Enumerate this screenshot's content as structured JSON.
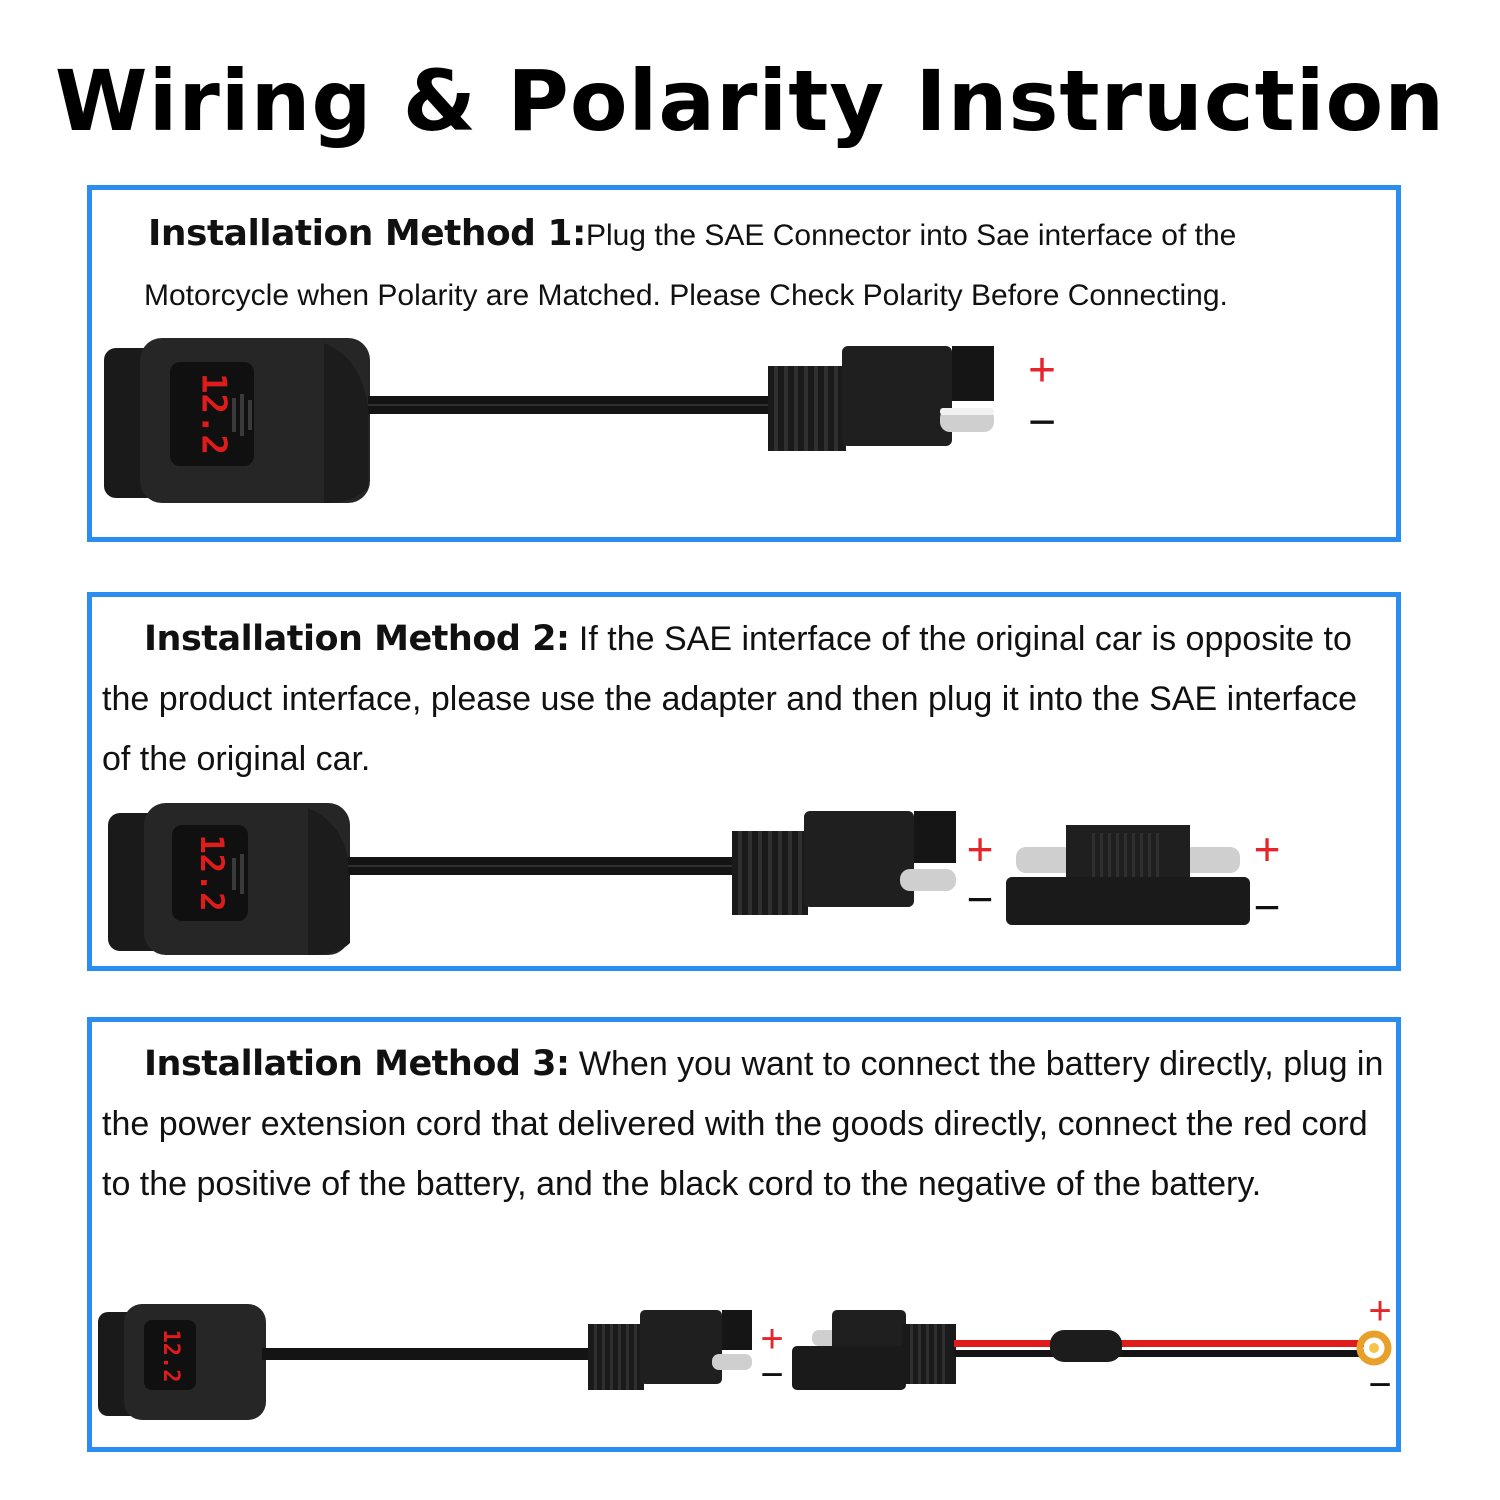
{
  "title": "Wiring & Polarity Instruction",
  "methods": [
    {
      "heading": "Installation Method 1:",
      "text": "Plug the SAE Connector into Sae interface of the Motorcycle when Polarity are Matched. Please Check Polarity Before Connecting."
    },
    {
      "heading": "Installation Method 2:",
      "text": " If the SAE interface of the original car is opposite to the product interface, please use the adapter and then plug it into the SAE interface of the original car."
    },
    {
      "heading": "Installation Method 3:",
      "text": " When you want to connect the battery directly, plug in the power extension cord that delivered with the goods directly, connect the red cord to the positive of the battery, and the black cord to the negative of the battery."
    }
  ],
  "voltmeter_reading": "12.2",
  "polarity": {
    "positive": "+",
    "negative": "−"
  },
  "colors": {
    "panel_border": "#2b8cf2",
    "positive": "#e5242b",
    "display_digits": "#e01b1b",
    "wire_red": "#e01b1b"
  }
}
